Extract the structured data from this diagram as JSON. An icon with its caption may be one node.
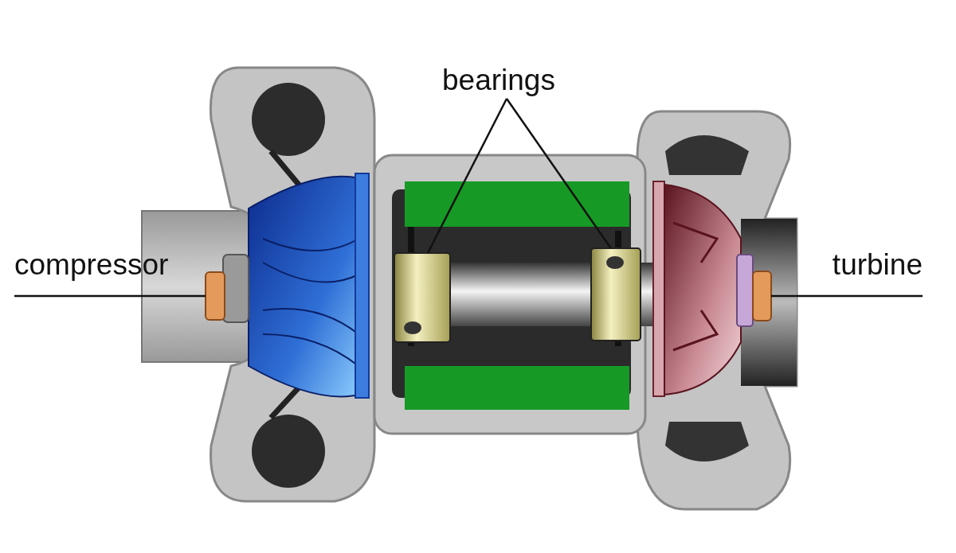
{
  "diagram": {
    "nodes": [
      {
        "text": [
          "compressor"
        ]
      },
      {
        "text": [],
        "shape": "box"
      },
      {
        "text": [
          "bearings"
        ]
      },
      {
        "text": [],
        "shape": "box"
      },
      {
        "text": [],
        "shape": "box"
      },
      {
        "text": [
          "turbine"
        ]
      },
      {
        "text": [],
        "shape": "box"
      }
    ],
    "edges": [
      {
        "from": 0,
        "to": 1,
        "arrow": "none"
      },
      {
        "from": 2,
        "to": 3,
        "arrow": "none"
      },
      {
        "from": 2,
        "to": 4,
        "arrow": "none"
      },
      {
        "from": 5,
        "to": 6,
        "arrow": "none"
      }
    ]
  }
}
